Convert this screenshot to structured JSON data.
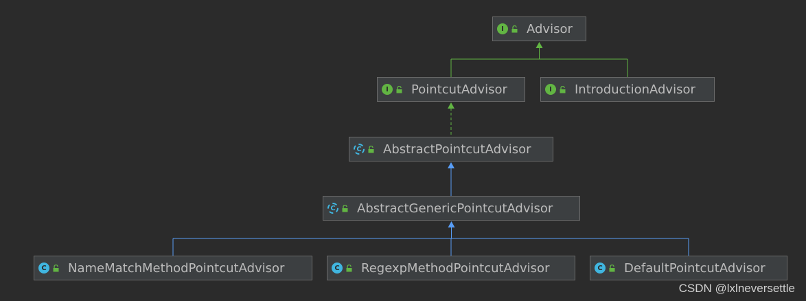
{
  "nodes": [
    {
      "id": "advisor",
      "label": "Advisor",
      "kind": "interface",
      "kind_glyph": "I"
    },
    {
      "id": "pointcut-advisor",
      "label": "PointcutAdvisor",
      "kind": "interface",
      "kind_glyph": "I"
    },
    {
      "id": "introduction-advisor",
      "label": "IntroductionAdvisor",
      "kind": "interface",
      "kind_glyph": "I"
    },
    {
      "id": "abstract-pointcut-advisor",
      "label": "AbstractPointcutAdvisor",
      "kind": "abstract-class",
      "kind_glyph": "C"
    },
    {
      "id": "abstract-generic-pointcut-advisor",
      "label": "AbstractGenericPointcutAdvisor",
      "kind": "abstract-class",
      "kind_glyph": "C"
    },
    {
      "id": "name-match-method-pointcut-advisor",
      "label": "NameMatchMethodPointcutAdvisor",
      "kind": "class",
      "kind_glyph": "C"
    },
    {
      "id": "regexp-method-pointcut-advisor",
      "label": "RegexpMethodPointcutAdvisor",
      "kind": "class",
      "kind_glyph": "C"
    },
    {
      "id": "default-pointcut-advisor",
      "label": "DefaultPointcutAdvisor",
      "kind": "class",
      "kind_glyph": "C"
    }
  ],
  "edges": [
    {
      "from": "pointcut-advisor",
      "to": "advisor",
      "type": "interface-extends"
    },
    {
      "from": "introduction-advisor",
      "to": "advisor",
      "type": "interface-extends"
    },
    {
      "from": "abstract-pointcut-advisor",
      "to": "pointcut-advisor",
      "type": "implements"
    },
    {
      "from": "abstract-generic-pointcut-advisor",
      "to": "abstract-pointcut-advisor",
      "type": "extends"
    },
    {
      "from": "name-match-method-pointcut-advisor",
      "to": "abstract-generic-pointcut-advisor",
      "type": "extends"
    },
    {
      "from": "regexp-method-pointcut-advisor",
      "to": "abstract-generic-pointcut-advisor",
      "type": "extends"
    },
    {
      "from": "default-pointcut-advisor",
      "to": "abstract-generic-pointcut-advisor",
      "type": "extends"
    }
  ],
  "colors": {
    "background": "#2b2b2b",
    "node_fill": "#3c3f41",
    "interface_edge": "#62b543",
    "class_edge": "#589df6",
    "interface_icon": "#62b543",
    "class_icon": "#40b6e0"
  },
  "icons": {
    "visibility": "unlocked-padlock-icon"
  },
  "watermark": "CSDN @lxlneversettle"
}
